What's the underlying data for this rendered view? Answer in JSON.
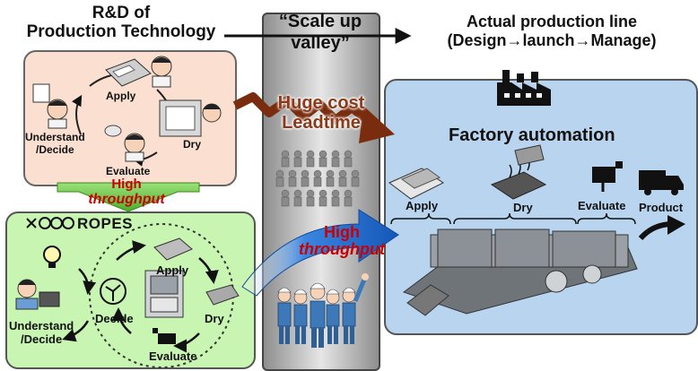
{
  "header": {
    "rd_title_line1": "R&D of",
    "rd_title_line2": "Production Technology",
    "valley_line1": "“Scale up",
    "valley_line2": "valley”",
    "prod_line1": "Actual production line",
    "prod_line2": "(Design→launch→Manage)"
  },
  "rd_cycle": {
    "apply": "Apply",
    "dry": "Dry",
    "evaluate": "Evaluate",
    "understand_line1": "Understand",
    "understand_line2": "/Decide"
  },
  "high_throughput_green": {
    "line1": "High",
    "line2": "throughput"
  },
  "ropes": {
    "logo": "ROPES",
    "apply": "Apply",
    "decide": "Decide",
    "dry": "Dry",
    "evaluate": "Evaluate",
    "understand_line1": "Understand",
    "understand_line2": "/Decide"
  },
  "valley": {
    "cost_line1": "Huge cost",
    "cost_line2": "Leadtime",
    "ht_line1": "High",
    "ht_line2": "throughput"
  },
  "factory": {
    "title": "Factory automation",
    "apply": "Apply",
    "dry": "Dry",
    "evaluate": "Evaluate",
    "product": "Product"
  },
  "colors": {
    "rd_panel": "#fbe0d2",
    "ropes_panel": "#c9f5b2",
    "factory_panel": "#b9d4ef",
    "accent_red": "#cc0000",
    "cost_brown": "#8b3a1a",
    "arrow_blue": "#1a6fd0"
  }
}
